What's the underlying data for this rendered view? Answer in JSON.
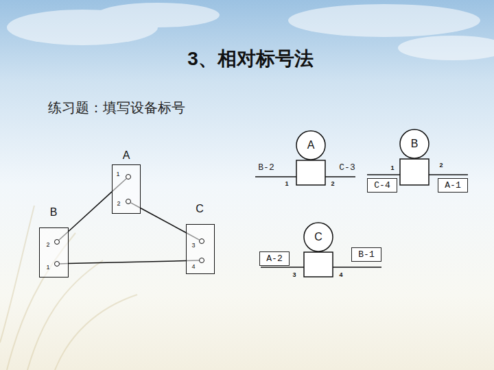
{
  "diagram": {
    "title": "3、相对标号法",
    "nodes": [
      {
        "text": [
          "A",
          "1",
          "2"
        ]
      },
      {
        "text": [
          "B",
          "2",
          "1"
        ]
      },
      {
        "text": [
          "C",
          "3",
          "4"
        ]
      },
      {
        "text": [
          "A"
        ]
      },
      {
        "text": [
          "B"
        ]
      },
      {
        "text": [
          "C-4"
        ]
      },
      {
        "text": [
          "A-1"
        ]
      },
      {
        "text": [
          "C"
        ]
      },
      {
        "text": [
          "A-2"
        ]
      },
      {
        "text": [
          "B-1"
        ]
      }
    ],
    "edges": [
      {
        "from": 0,
        "to": 1,
        "arrow": "none"
      },
      {
        "from": 0,
        "to": 2,
        "arrow": "none"
      },
      {
        "from": 1,
        "to": 2,
        "arrow": "none"
      }
    ],
    "labels": [
      "练习题：填写设备标号",
      "B-2",
      "C-3",
      "1",
      "2",
      "1",
      "2",
      "3",
      "4"
    ]
  }
}
